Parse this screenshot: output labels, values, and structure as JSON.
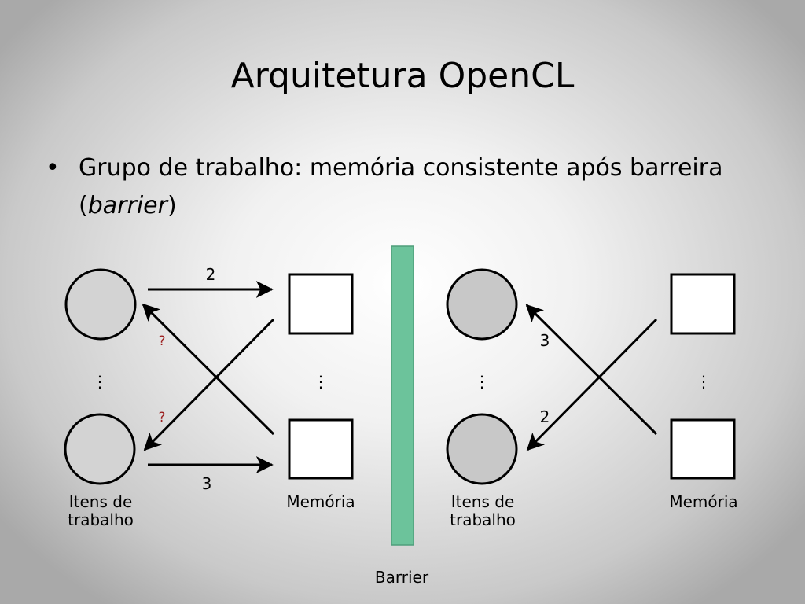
{
  "slide": {
    "title": "Arquitetura OpenCL",
    "bullet": {
      "marker": "•",
      "text_before": "Grupo de trabalho: memória consistente após barreira (",
      "text_italic": "barrier",
      "text_after": ")"
    }
  },
  "diagram": {
    "colors": {
      "barrier_fill": "#6cc39b",
      "circle_left_fill": "#d3d3d3",
      "circle_right_fill": "#c8c8c8",
      "memory_box_fill": "#ffffff",
      "question_color": "#9b1b1b"
    },
    "left": {
      "work_items_label_line1": "Itens de",
      "work_items_label_line2": "trabalho",
      "memory_label": "Memória",
      "arrow_top_label": "2",
      "arrow_bottom_label": "3",
      "question_top": "?",
      "question_bottom": "?",
      "ellipsis": "⋮"
    },
    "right": {
      "work_items_label_line1": "Itens de",
      "work_items_label_line2": "trabalho",
      "memory_label": "Memória",
      "arrow_upper_label": "3",
      "arrow_lower_label": "2",
      "ellipsis": "⋮"
    },
    "barrier_label": "Barrier"
  }
}
